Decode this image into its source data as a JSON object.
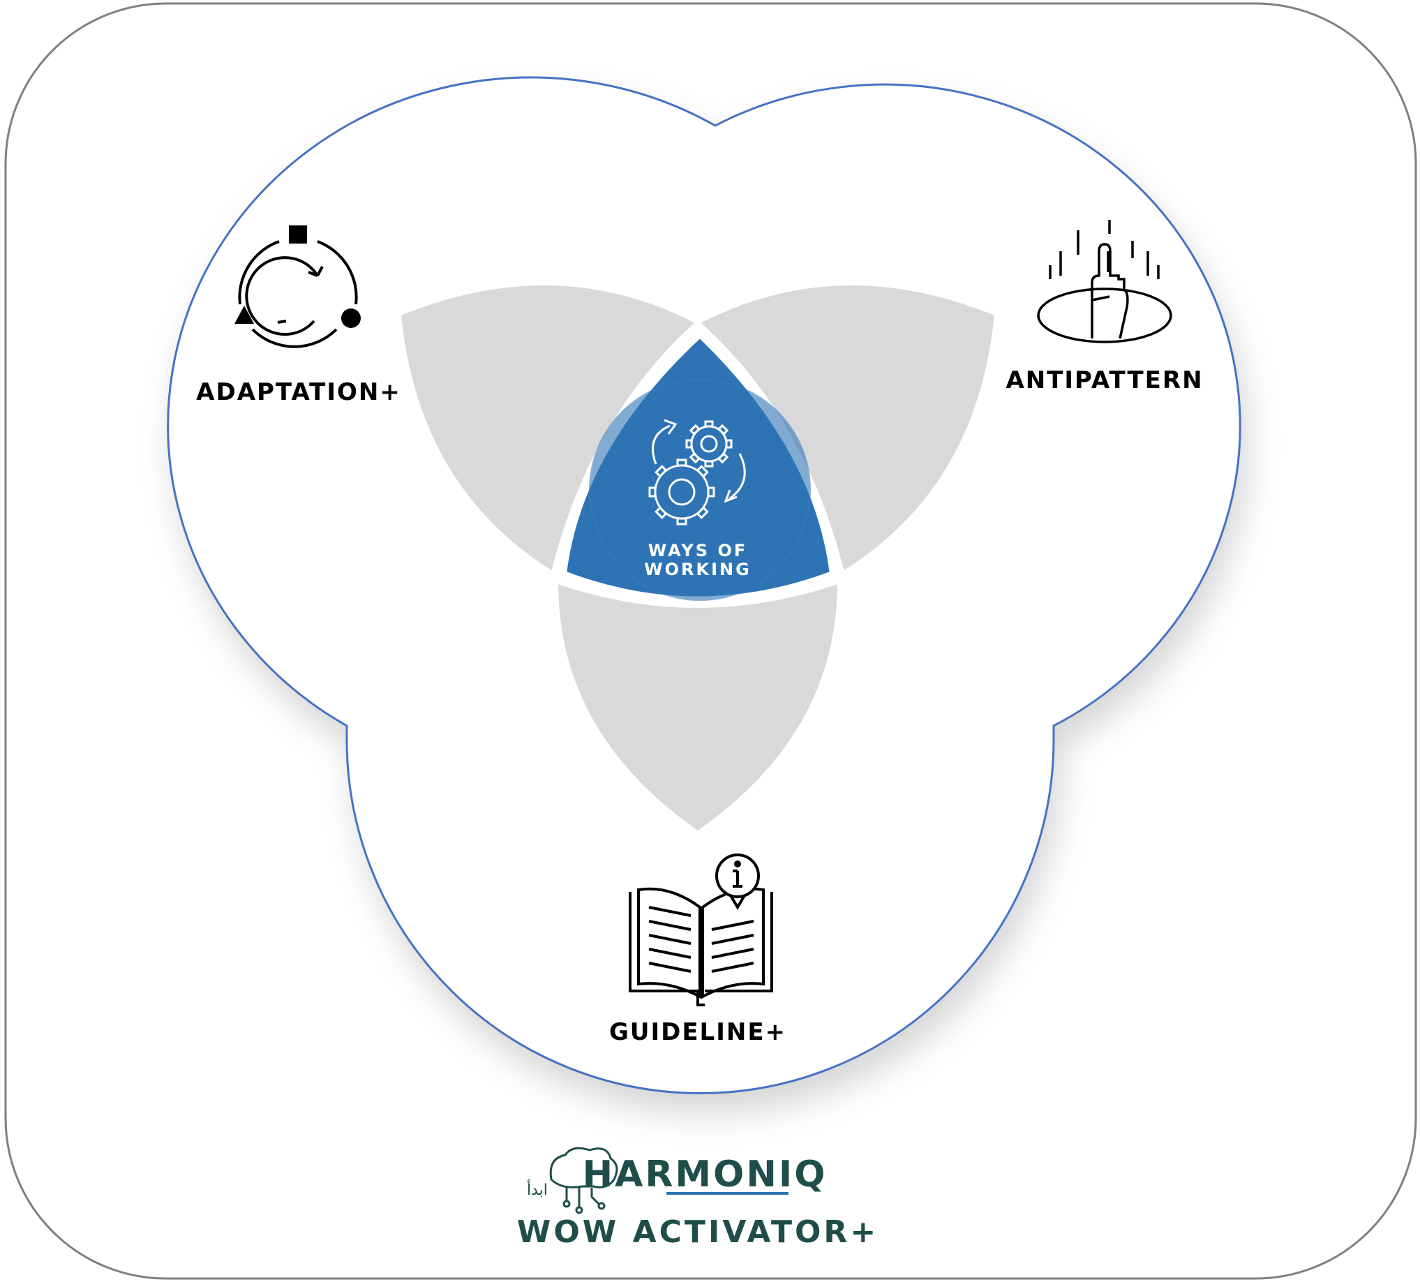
{
  "diagram": {
    "center": {
      "line1": "WAYS OF",
      "line2": "WORKING",
      "icon": "gears-cycle-icon"
    },
    "nodes": [
      {
        "id": "adaptation",
        "label": "ADAPTATION+",
        "icon": "adaptation-cycle-icon"
      },
      {
        "id": "antipattern",
        "label": "ANTIPATTERN",
        "icon": "raised-hand-hole-icon"
      },
      {
        "id": "guideline",
        "label": "GUIDELINE+",
        "icon": "open-book-info-icon"
      }
    ]
  },
  "branding": {
    "arabic_mark": "ابدأ",
    "brand_name": "HARMONIQ",
    "tagline": "WOW ACTIVATOR+"
  },
  "colors": {
    "accent_blue": "#2E74B5",
    "outline_blue": "#4472C4",
    "petal_gray": "#D9D9D9",
    "brand_green": "#1F4E4A",
    "frame_gray": "#7F7F7F"
  }
}
